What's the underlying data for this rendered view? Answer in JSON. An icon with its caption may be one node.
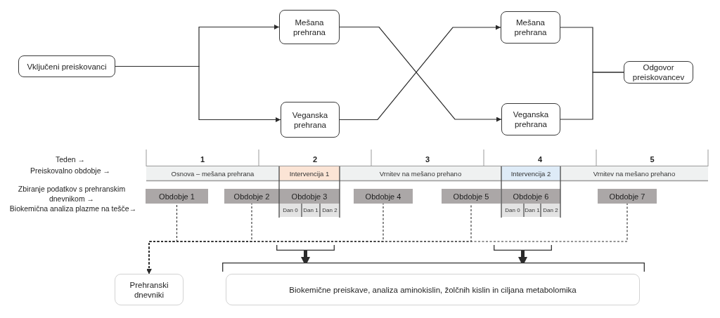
{
  "diagram": {
    "nodes": [
      {
        "text": [
          "Vključeni preiskovanci"
        ]
      },
      {
        "text": [
          "Mešana prehrana"
        ]
      },
      {
        "text": [
          "Veganska prehrana"
        ]
      },
      {
        "text": [
          "Mešana prehrana"
        ]
      },
      {
        "text": [
          "Veganska prehrana"
        ]
      },
      {
        "text": [
          "Odgovor preiskovancev"
        ]
      },
      {
        "text": [
          "Osnova – mešana prehrana"
        ]
      },
      {
        "text": [
          "Intervencija 1"
        ]
      },
      {
        "text": [
          "Vrnitev na mešano prehano"
        ]
      },
      {
        "text": [
          "Intervencija 2"
        ]
      },
      {
        "text": [
          "Vrnitev na mešano prehano"
        ]
      },
      {
        "text": [
          "Obdobje 1"
        ]
      },
      {
        "text": [
          "Obdobje 2"
        ]
      },
      {
        "text": [
          "Obdobje 3"
        ]
      },
      {
        "text": [
          "Obdobje 4"
        ]
      },
      {
        "text": [
          "Obdobje 5"
        ]
      },
      {
        "text": [
          "Obdobje 6"
        ]
      },
      {
        "text": [
          "Obdobje 7"
        ]
      },
      {
        "text": [
          "Dan 0"
        ]
      },
      {
        "text": [
          "Dan 1"
        ]
      },
      {
        "text": [
          "Dan 2"
        ]
      },
      {
        "text": [
          "Dan 0"
        ]
      },
      {
        "text": [
          "Dan 1"
        ]
      },
      {
        "text": [
          "Dan 2"
        ]
      },
      {
        "text": [],
        "shape": "bracket"
      },
      {
        "text": [],
        "shape": "bracket"
      },
      {
        "text": [],
        "shape": "bracket"
      },
      {
        "text": [
          "Prehranski dnevniki"
        ]
      },
      {
        "text": [
          "Biokemične preiskave, analiza aminokislin, žolčnih kislin in ciljana metabolomika"
        ]
      }
    ],
    "edges": [
      {
        "from": 0,
        "to": 1,
        "arrow": "to"
      },
      {
        "from": 0,
        "to": 2,
        "arrow": "to"
      },
      {
        "from": 1,
        "to": 4,
        "arrow": "to"
      },
      {
        "from": 2,
        "to": 3,
        "arrow": "to"
      },
      {
        "from": 3,
        "to": 5,
        "arrow": "none"
      },
      {
        "from": 4,
        "to": 5,
        "arrow": "none"
      },
      {
        "from": 11,
        "to": 27,
        "arrow": "to",
        "style": "dashed"
      },
      {
        "from": 12,
        "to": 27,
        "arrow": "to",
        "style": "dashed"
      },
      {
        "from": 14,
        "to": 27,
        "arrow": "to",
        "style": "dashed"
      },
      {
        "from": 15,
        "to": 27,
        "arrow": "to",
        "style": "dashed"
      },
      {
        "from": 17,
        "to": 27,
        "arrow": "to",
        "style": "dashed"
      },
      {
        "from": 24,
        "to": 26,
        "arrow": "to",
        "style": "thick"
      },
      {
        "from": 25,
        "to": 26,
        "arrow": "to",
        "style": "thick"
      }
    ],
    "labels": [
      "Teden →",
      "1",
      "2",
      "3",
      "4",
      "5",
      "Preiskovalno obdobje →",
      "Zbiranje podatkov s prehranskim dnevnikom →",
      "Biokemična analiza plazme na tešče→"
    ]
  }
}
